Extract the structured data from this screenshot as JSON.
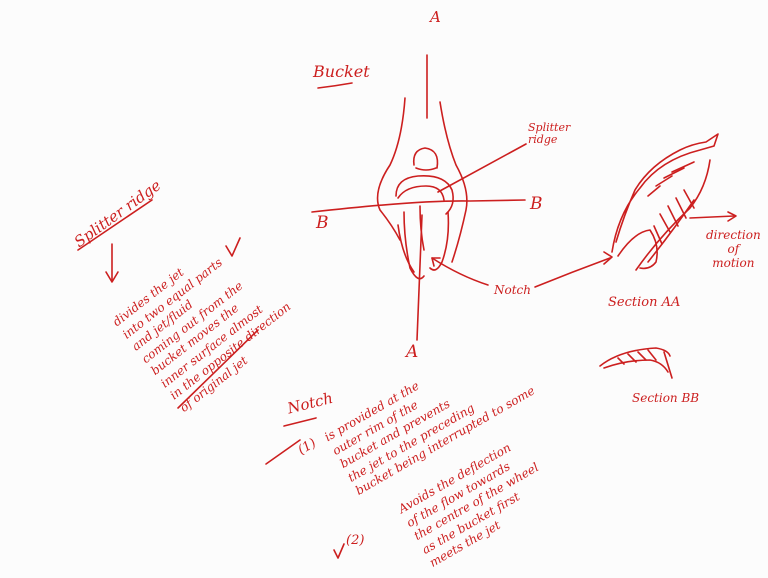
{
  "heading": "Bucket",
  "labels": {
    "axis_a_top": "A",
    "axis_a_bottom": "A",
    "axis_b_left": "B",
    "axis_b_right": "B",
    "splitter_ridge_pointer": [
      "Splitter",
      "ridge"
    ],
    "notch_pointer": "Notch",
    "section_aa": "Section AA",
    "section_bb": "Section BB",
    "direction_of_motion": [
      "direction",
      "of",
      "motion"
    ]
  },
  "splitter_note": {
    "title": "Splitter ridge",
    "lines": [
      "divides the jet",
      "into two equal parts",
      "and jet/fluid",
      "coming out from the",
      "bucket moves the",
      "inner surface almost",
      "in the opposite direction",
      "of original jet"
    ]
  },
  "notch_note": {
    "title": "Notch",
    "item1_marker": "(1)",
    "item1_lines": [
      "is provided at the",
      "outer rim of the",
      "bucket and prevents",
      "the jet to the preceding",
      "bucket being interrupted to some"
    ],
    "item2_marker": "(2)",
    "item2_lines": [
      "Avoids the deflection",
      "of the flow towards",
      "the centre of the wheel",
      "as the bucket first",
      "meets the jet"
    ]
  }
}
